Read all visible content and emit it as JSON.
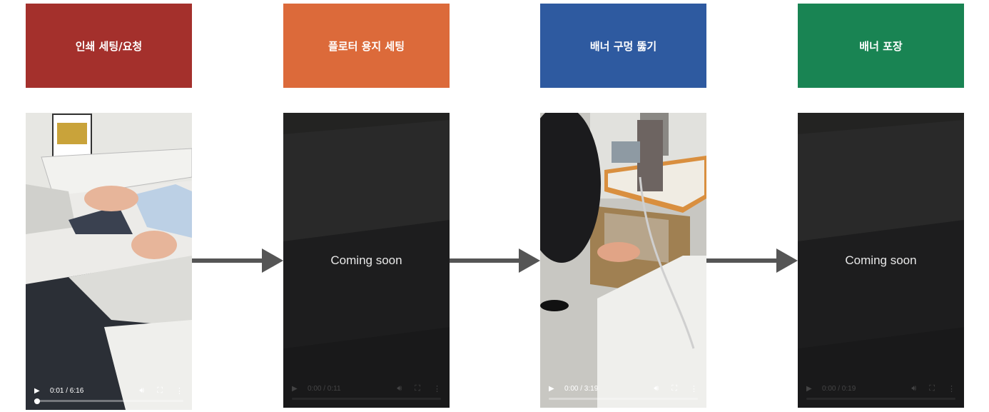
{
  "steps": [
    {
      "title": "인쇄 세팅/요청",
      "color": "#A4302C"
    },
    {
      "title": "플로터 용지 세팅",
      "color": "#DC6A3A"
    },
    {
      "title": "배너 구멍 뚫기",
      "color": "#2E5AA0"
    },
    {
      "title": "배너 포장",
      "color": "#198453"
    }
  ],
  "videos": [
    {
      "status": "",
      "time": "0:01 / 6:16",
      "progress": 0.003
    },
    {
      "status": "Coming soon",
      "time": "0:00 / 0:11",
      "progress": 0
    },
    {
      "status": "",
      "time": "0:00 / 3:19",
      "progress": 0
    },
    {
      "status": "Coming soon",
      "time": "0:00 / 0:19",
      "progress": 0
    }
  ],
  "icons": {
    "play": "play-icon",
    "volume": "volume-icon",
    "fullscreen": "fullscreen-icon",
    "more": "more-options-icon",
    "arrow": "arrow-right-icon"
  }
}
